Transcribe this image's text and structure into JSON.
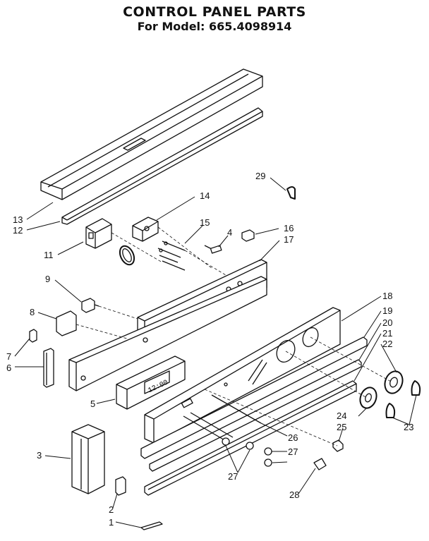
{
  "header": {
    "title": "CONTROL PANEL PARTS",
    "subtitle": "For Model: 665.4098914"
  },
  "display": {
    "readout": "12:00"
  },
  "parts": {
    "p1": "1",
    "p2": "2",
    "p3": "3",
    "p4": "4",
    "p5": "5",
    "p6": "6",
    "p7": "7",
    "p8": "8",
    "p9": "9",
    "p11": "11",
    "p12": "12",
    "p13": "13",
    "p14": "14",
    "p15": "15",
    "p16": "16",
    "p17": "17",
    "p18": "18",
    "p19": "19",
    "p20": "20",
    "p21": "21",
    "p22": "22",
    "p23": "23",
    "p24": "24",
    "p25": "25",
    "p26": "26",
    "p27a": "27",
    "p27b": "27",
    "p28": "28",
    "p29": "29"
  }
}
